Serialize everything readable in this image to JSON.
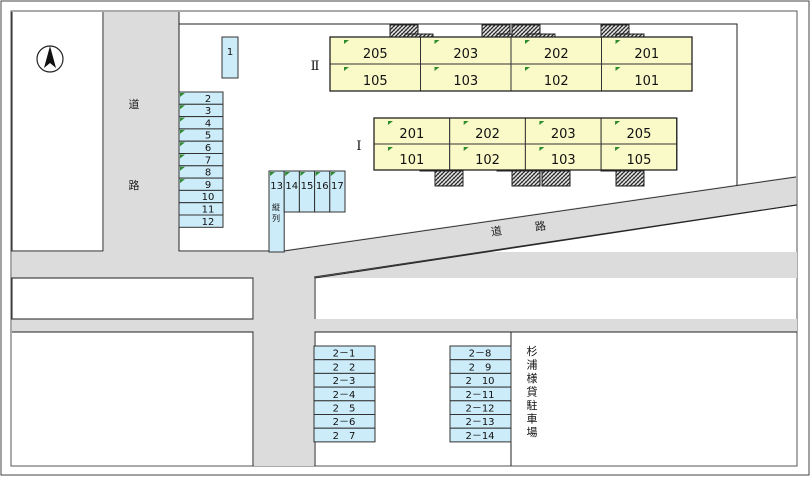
{
  "compass": {
    "icon": "north-arrow-icon"
  },
  "road_labels": {
    "west_road": [
      "道",
      "路"
    ],
    "east_road": [
      "道",
      "路"
    ]
  },
  "buildings": {
    "building_ii": {
      "label": "Ⅱ",
      "units_upper": [
        "205",
        "203",
        "202",
        "201"
      ],
      "units_lower": [
        "105",
        "103",
        "102",
        "101"
      ]
    },
    "building_i": {
      "label": "Ⅰ",
      "units_upper": [
        "201",
        "202",
        "203",
        "205"
      ],
      "units_lower": [
        "101",
        "102",
        "103",
        "105"
      ]
    }
  },
  "parking": {
    "space_1": "1",
    "column_a": [
      "2",
      "3",
      "4",
      "5",
      "6",
      "7",
      "8",
      "9",
      "10",
      "11",
      "12"
    ],
    "row_b": [
      "13",
      "14",
      "15",
      "16",
      "17"
    ],
    "row_b_note": "縦列",
    "lot_south_left": [
      "2－1",
      "2　2",
      "2－3",
      "2－4",
      "2　5",
      "2－6",
      "2　7"
    ],
    "lot_south_right": [
      "2－8",
      "2　9",
      "2　10",
      "2－11",
      "2－12",
      "2－13",
      "2－14"
    ],
    "lot_south_caption": "杉浦様貸駐車場"
  },
  "colors": {
    "road": "#dcdcdc",
    "parking": "#ccecf9",
    "unit": "#fafac8",
    "unit_marker": "#2e8b2e"
  }
}
